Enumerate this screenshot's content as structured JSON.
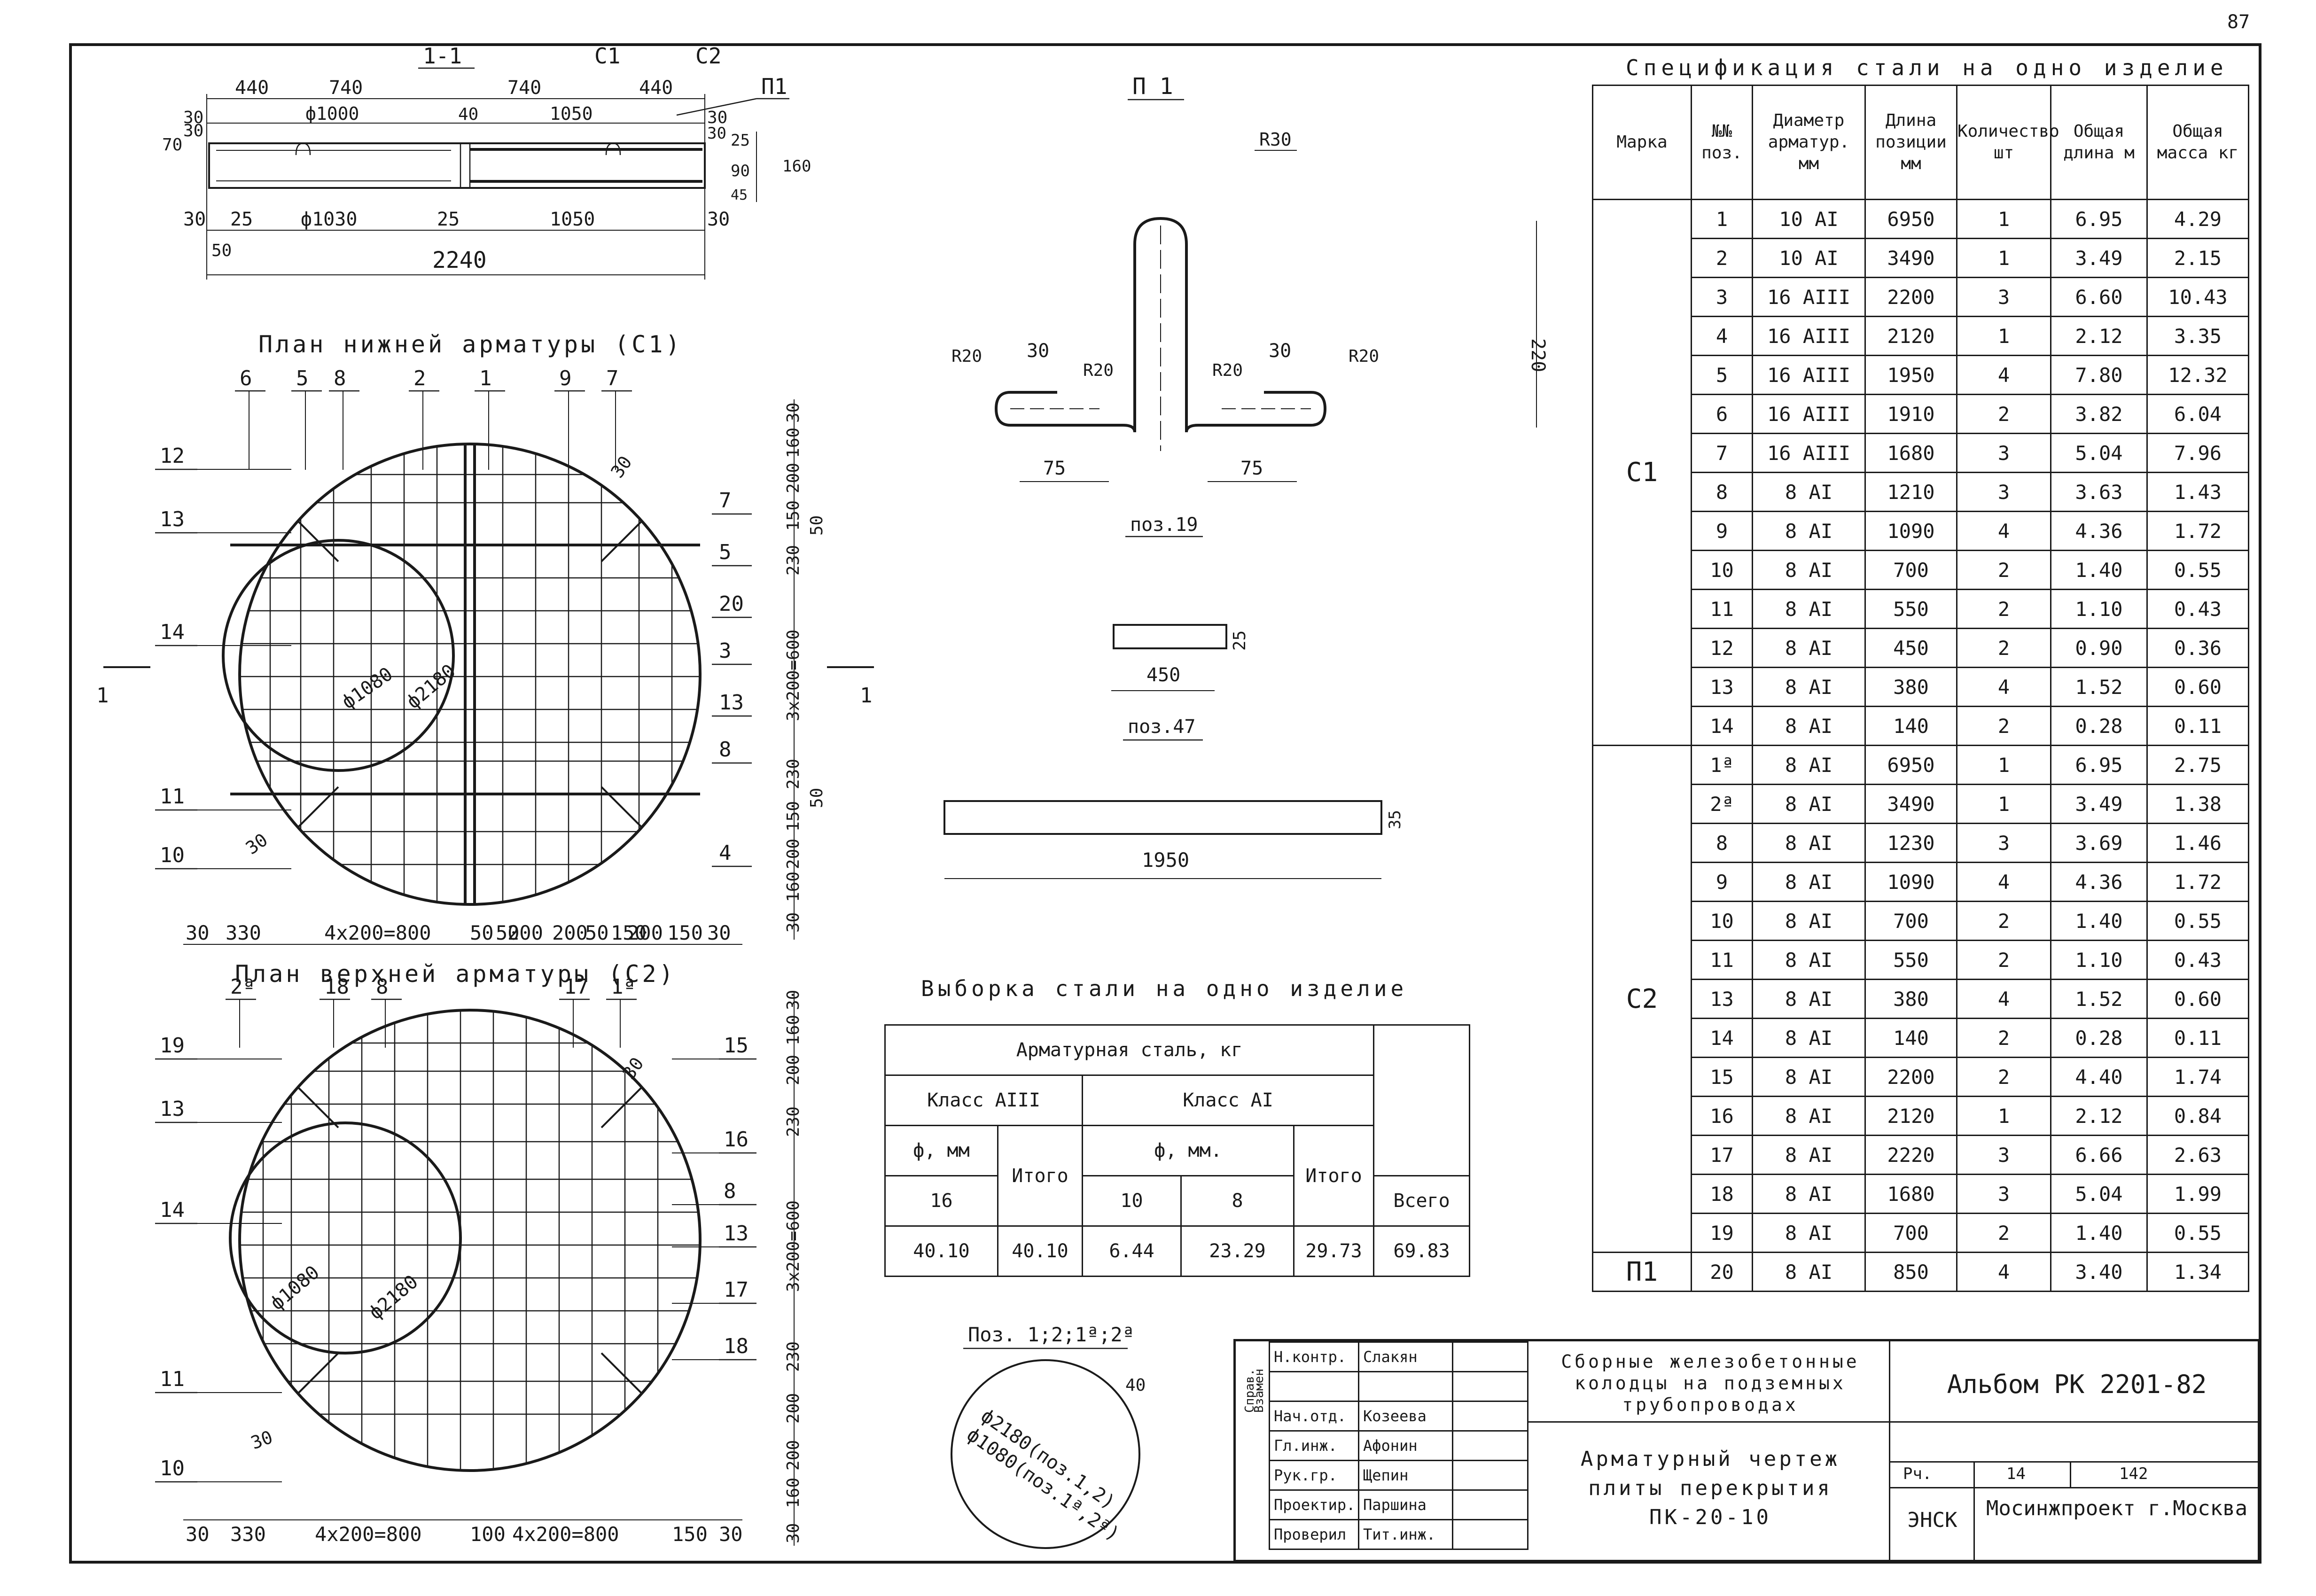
{
  "corner_mark": "87",
  "section": {
    "title": "1-1",
    "c1_label": "С1",
    "c2_label": "С2",
    "p1_label": "П1",
    "dims_top": [
      "440",
      "740",
      "740",
      "440"
    ],
    "dims_mid": [
      "30",
      "ф1000",
      "40",
      "1050",
      "30"
    ],
    "dims_side_left": [
      "70",
      "30"
    ],
    "dims_side_right": [
      "25",
      "90",
      "45",
      "160",
      "30"
    ],
    "dims_bottom": [
      "30",
      "25",
      "ф1030",
      "25",
      "1050",
      "30",
      "50"
    ],
    "total": "2240"
  },
  "plan_lower": {
    "title": "План нижней арматуры (С1)",
    "top_labels": [
      "6",
      "5",
      "8",
      "2",
      "1",
      "9",
      "7"
    ],
    "left_labels": [
      "12",
      "13",
      "14",
      "11",
      "10"
    ],
    "right_labels": [
      "7",
      "5",
      "20",
      "3",
      "13",
      "8",
      "4"
    ],
    "section_mark": "1",
    "d_inner": "ф1080",
    "d_outer": "ф2180",
    "label_30a": "30",
    "label_30b": "30",
    "right_dims": [
      "30",
      "160",
      "200",
      "150",
      "230",
      "3x200=600",
      "230",
      "150",
      "200",
      "160",
      "30"
    ],
    "right_50a": "50",
    "right_50b": "50",
    "bottom_dims": [
      "30",
      "330",
      "4x200=800",
      "50",
      "50",
      "200",
      "200",
      "50",
      "150",
      "200",
      "150",
      "30"
    ]
  },
  "plan_upper": {
    "title": "План верхней арматуры (С2)",
    "top_labels": [
      "2ª",
      "18",
      "8",
      "17",
      "1ª"
    ],
    "left_labels": [
      "19",
      "13",
      "14",
      "11",
      "10"
    ],
    "right_labels": [
      "15",
      "16",
      "8",
      "13",
      "17",
      "18"
    ],
    "d_inner": "ф1080",
    "d_outer": "ф2180",
    "label_30a": "30",
    "label_30b": "30",
    "right_dims": [
      "30",
      "160",
      "200",
      "230",
      "3x200=600",
      "230",
      "200",
      "200",
      "160",
      "30"
    ],
    "bottom_dims": [
      "30",
      "330",
      "4x200=800",
      "100",
      "4x200=800",
      "150",
      "30"
    ]
  },
  "p1_detail": {
    "title": "П 1",
    "r30": "R30",
    "r20_l": "R20",
    "r20_lc": "R20",
    "r20_rc": "R20",
    "r20_r": "R20",
    "dim30_l": "30",
    "dim30_r": "30",
    "dim220": "220",
    "dim75_l": "75",
    "dim75_r": "75",
    "pos19": "поз.19"
  },
  "pos47": {
    "len": "450",
    "h": "25",
    "label": "поз.47"
  },
  "bar1950": {
    "len": "1950",
    "h": "35"
  },
  "ring": {
    "title": "Поз. 1;2;1ª;2ª",
    "w": "40",
    "text1": "ф2180(поз.1,2)",
    "text2": "ф1080(поз.1ª,2ª)"
  },
  "spec": {
    "title": "Спецификация стали на одно изделие",
    "headers": [
      "Марка",
      "№№ поз.",
      "Диаметр арматур. мм",
      "Длина позиции мм",
      "Количество шт",
      "Общая длина м",
      "Общая масса кг"
    ],
    "groups": [
      {
        "mark": "С1",
        "rows": [
          [
            "1",
            "10 АІ",
            "6950",
            "1",
            "6.95",
            "4.29"
          ],
          [
            "2",
            "10 АІ",
            "3490",
            "1",
            "3.49",
            "2.15"
          ],
          [
            "3",
            "16 АІІІ",
            "2200",
            "3",
            "6.60",
            "10.43"
          ],
          [
            "4",
            "16 АІІІ",
            "2120",
            "1",
            "2.12",
            "3.35"
          ],
          [
            "5",
            "16 АІІІ",
            "1950",
            "4",
            "7.80",
            "12.32"
          ],
          [
            "6",
            "16 АІІІ",
            "1910",
            "2",
            "3.82",
            "6.04"
          ],
          [
            "7",
            "16 АІІІ",
            "1680",
            "3",
            "5.04",
            "7.96"
          ],
          [
            "8",
            "8 АІ",
            "1210",
            "3",
            "3.63",
            "1.43"
          ],
          [
            "9",
            "8 АІ",
            "1090",
            "4",
            "4.36",
            "1.72"
          ],
          [
            "10",
            "8 АІ",
            "700",
            "2",
            "1.40",
            "0.55"
          ],
          [
            "11",
            "8 АІ",
            "550",
            "2",
            "1.10",
            "0.43"
          ],
          [
            "12",
            "8 АІ",
            "450",
            "2",
            "0.90",
            "0.36"
          ],
          [
            "13",
            "8 АІ",
            "380",
            "4",
            "1.52",
            "0.60"
          ],
          [
            "14",
            "8 АІ",
            "140",
            "2",
            "0.28",
            "0.11"
          ]
        ]
      },
      {
        "mark": "С2",
        "rows": [
          [
            "1ª",
            "8 АІ",
            "6950",
            "1",
            "6.95",
            "2.75"
          ],
          [
            "2ª",
            "8 АІ",
            "3490",
            "1",
            "3.49",
            "1.38"
          ],
          [
            "8",
            "8 АІ",
            "1230",
            "3",
            "3.69",
            "1.46"
          ],
          [
            "9",
            "8 АІ",
            "1090",
            "4",
            "4.36",
            "1.72"
          ],
          [
            "10",
            "8 АІ",
            "700",
            "2",
            "1.40",
            "0.55"
          ],
          [
            "11",
            "8 АІ",
            "550",
            "2",
            "1.10",
            "0.43"
          ],
          [
            "13",
            "8 АІ",
            "380",
            "4",
            "1.52",
            "0.60"
          ],
          [
            "14",
            "8 АІ",
            "140",
            "2",
            "0.28",
            "0.11"
          ],
          [
            "15",
            "8 АІ",
            "2200",
            "2",
            "4.40",
            "1.74"
          ],
          [
            "16",
            "8 АІ",
            "2120",
            "1",
            "2.12",
            "0.84"
          ],
          [
            "17",
            "8 АІ",
            "2220",
            "3",
            "6.66",
            "2.63"
          ],
          [
            "18",
            "8 АІ",
            "1680",
            "3",
            "5.04",
            "1.99"
          ],
          [
            "19",
            "8 АІ",
            "700",
            "2",
            "1.40",
            "0.55"
          ]
        ]
      },
      {
        "mark": "П1",
        "rows": [
          [
            "20",
            "8 АІ",
            "850",
            "4",
            "3.40",
            "1.34"
          ]
        ]
      }
    ]
  },
  "vyborka": {
    "title": "Выборка стали на одно изделие",
    "h_main": "Арматурная сталь, кг",
    "h_class3": "Класс АІІІ",
    "h_class1": "Класс АІ",
    "h_phi": "ф, мм",
    "h_phi2": "ф, мм.",
    "h_itogo": "Итого",
    "h_itogo2": "Итого",
    "h_vsego": "Всего",
    "d16": "16",
    "d10": "10",
    "d8": "8",
    "v16": "40.10",
    "vitogo3": "40.10",
    "v10": "6.44",
    "v8": "23.29",
    "vitogo1": "29.73",
    "vvsego": "69.83"
  },
  "titleblock": {
    "side1": "Справ.",
    "side2": "Взамен",
    "rows": [
      [
        "Н.контр.",
        "Слакян"
      ],
      [
        "",
        ""
      ],
      [
        "Нач.отд.",
        "Козеева"
      ],
      [
        "Гл.инж.",
        "Афонин"
      ],
      [
        "Рук.гр.",
        "Щепин"
      ],
      [
        "Проектир.",
        "Паршина"
      ],
      [
        "Проверил",
        "Тит.инж."
      ]
    ],
    "title_main": "Сборные железобетонные колодцы на подземных трубопроводах",
    "album": "Альбом РК 2201-82",
    "drawing": "Арматурный чертеж плиты перекрытия ПК-20-10",
    "stage_h": "Рч.",
    "sheet_h": "14",
    "sheets_h": "142",
    "stage": "ЭНСК",
    "org": "Мосинжпроект г.Москва"
  }
}
